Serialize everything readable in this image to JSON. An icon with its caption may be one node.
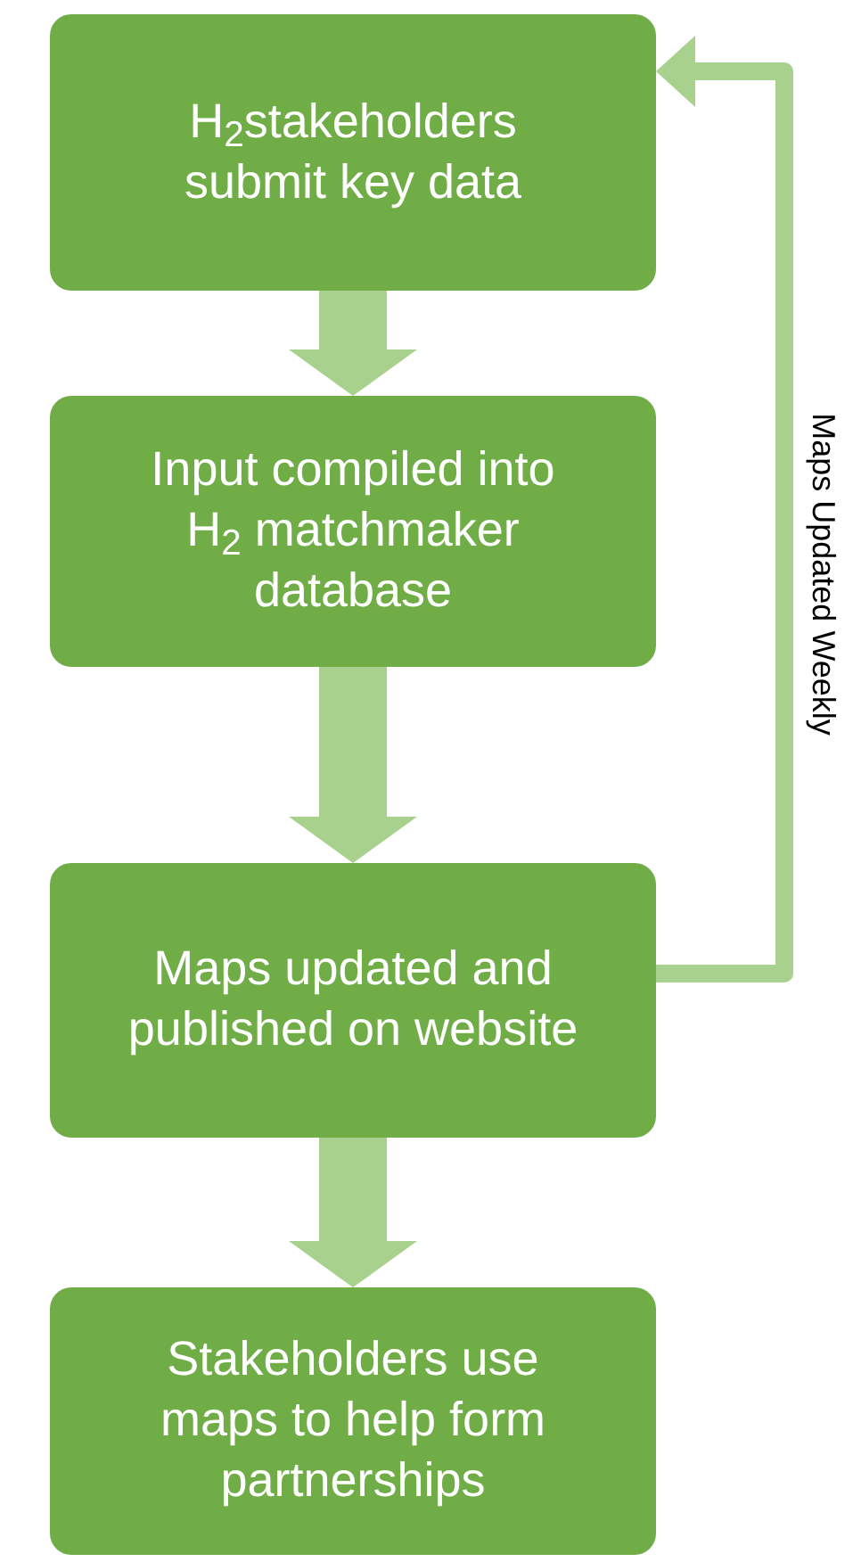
{
  "diagram": {
    "nodes": [
      {
        "text": [
          "H$_{2}$stakeholders submit key data"
        ]
      },
      {
        "text": [
          "Input compiled into H$_{2}$ matchmaker database"
        ]
      },
      {
        "text": [
          "Maps updated and published on website"
        ]
      },
      {
        "text": [
          "Stakeholders use maps to help form partnerships"
        ]
      }
    ],
    "edges": [
      {
        "from": 0,
        "to": 1,
        "arrow": "to"
      },
      {
        "from": 1,
        "to": 2,
        "arrow": "to"
      },
      {
        "from": 2,
        "to": 3,
        "arrow": "to"
      },
      {
        "from": 2,
        "to": 0,
        "arrow": "to",
        "label": "Maps Updated Weekly"
      }
    ]
  }
}
